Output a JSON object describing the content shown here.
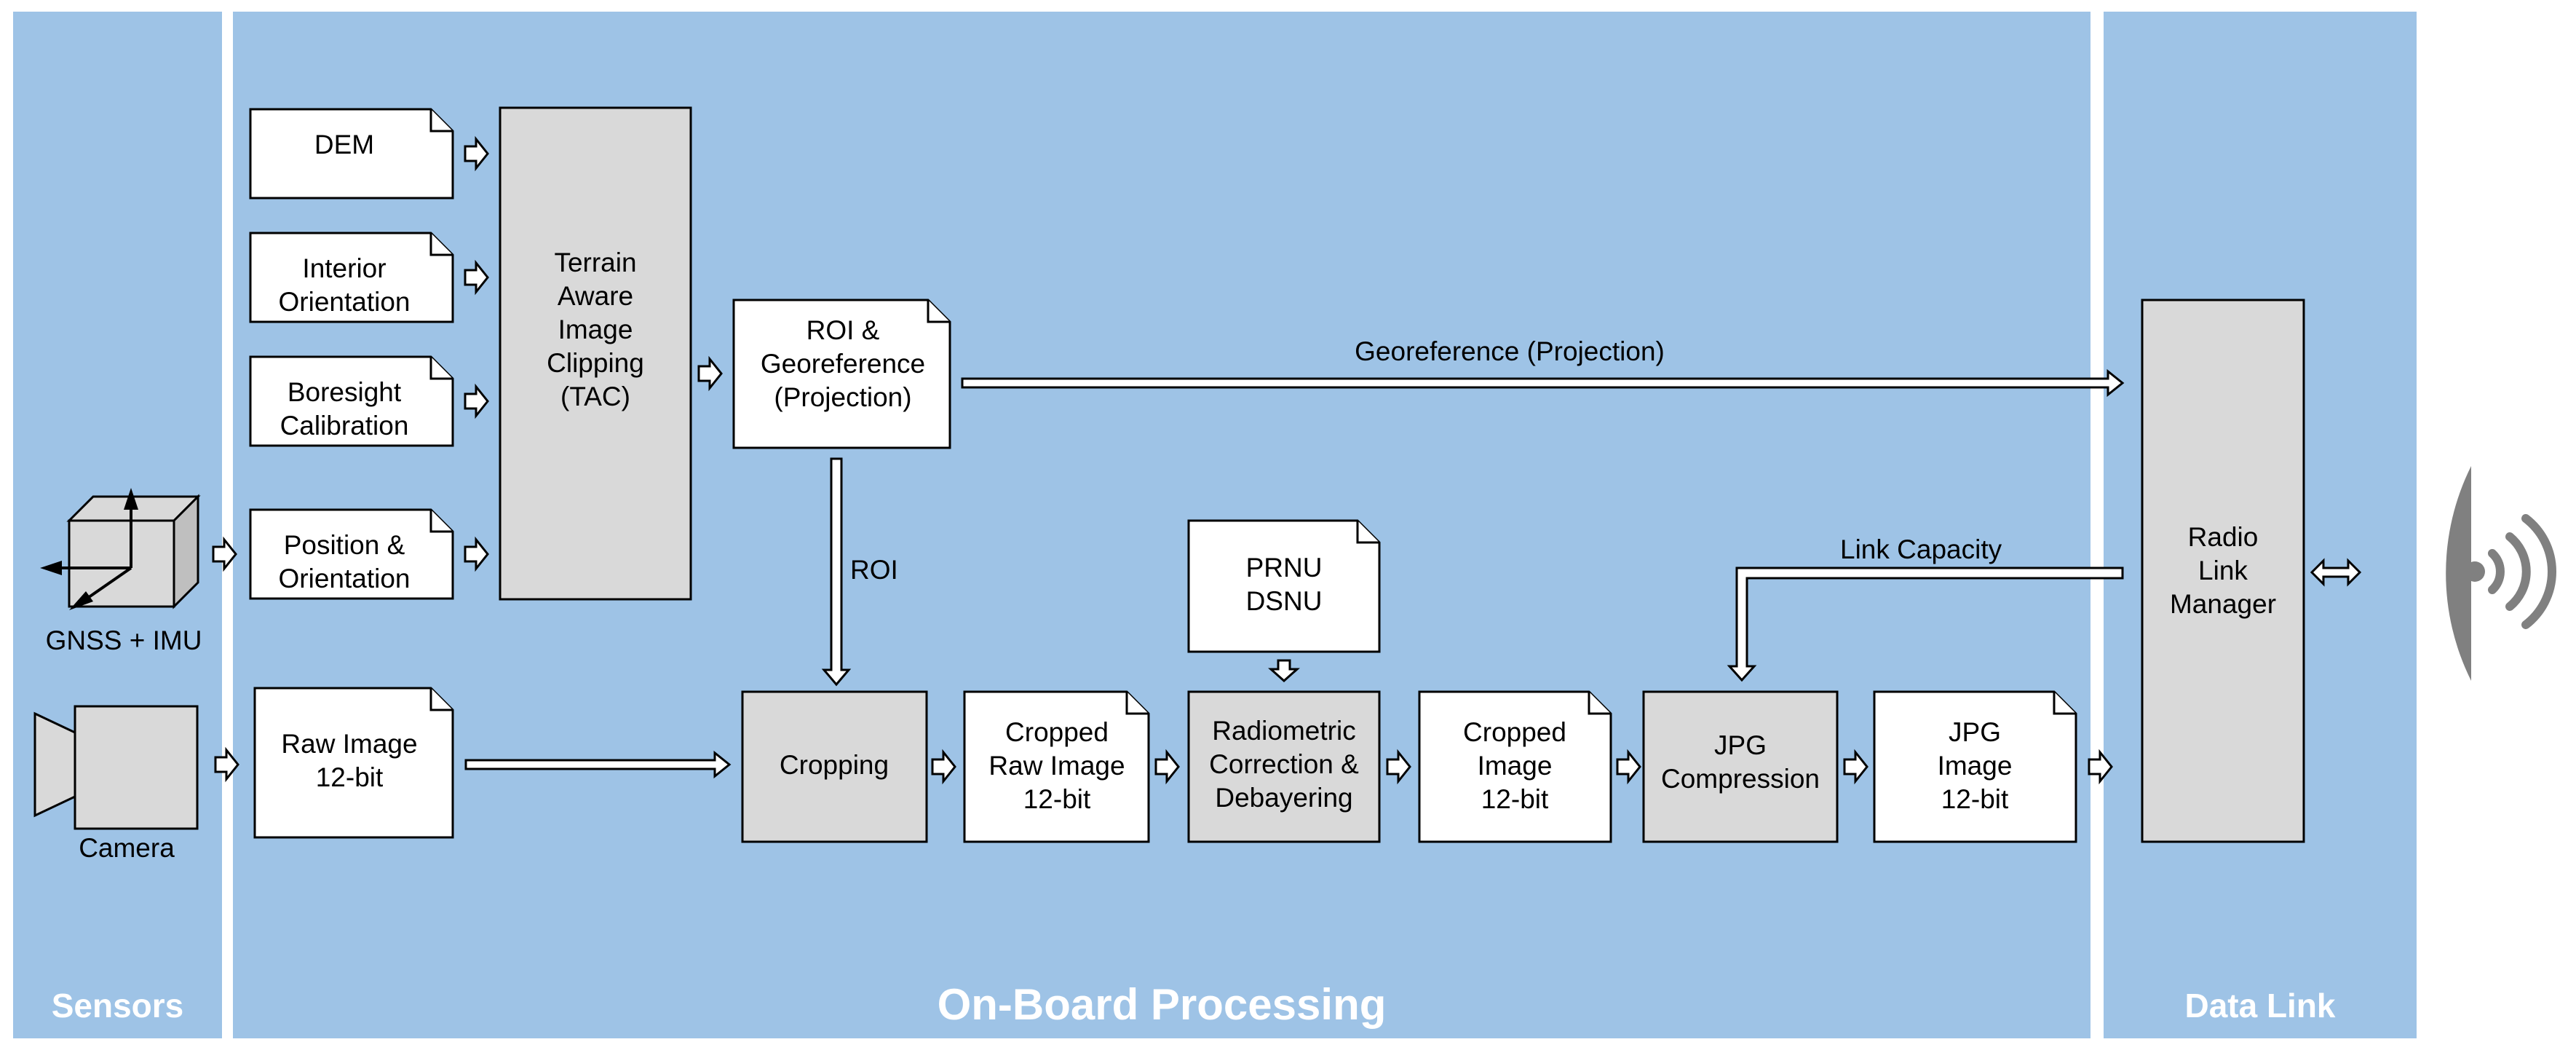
{
  "panels": {
    "sensors": "Sensors",
    "processing": "On-Board Processing",
    "datalink": "Data Link"
  },
  "nodes": {
    "dem": [
      "DEM"
    ],
    "interior": [
      "Interior",
      "Orientation"
    ],
    "boresight": [
      "Boresight",
      "Calibration"
    ],
    "position": [
      "Position &",
      "Orientation"
    ],
    "tac": [
      "Terrain",
      "Aware",
      "Image",
      "Clipping",
      "(TAC)"
    ],
    "roi_geo": [
      "ROI &",
      "Georeference",
      "(Projection)"
    ],
    "raw": [
      "Raw Image",
      "12-bit"
    ],
    "cropping": [
      "Cropping"
    ],
    "cropped_raw": [
      "Cropped",
      "Raw Image",
      "12-bit"
    ],
    "prnu": [
      "PRNU",
      "DSNU"
    ],
    "radiometric": [
      "Radiometric",
      "Correction &",
      "Debayering"
    ],
    "cropped_img": [
      "Cropped",
      "Image",
      "12-bit"
    ],
    "jpg_comp": [
      "JPG",
      "Compression"
    ],
    "jpg_img": [
      "JPG",
      "Image",
      "12-bit"
    ],
    "radio": [
      "Radio",
      "Link",
      "Manager"
    ]
  },
  "edges": {
    "georef": "Georeference (Projection)",
    "roi": "ROI",
    "link_capacity": "Link Capacity"
  },
  "sensors": {
    "gnss": "GNSS + IMU",
    "camera": "Camera"
  },
  "colors": {
    "panel": "#9ec3e6",
    "process_box": "#d9d9d9",
    "doc_box": "#ffffff",
    "antenna": "#808080"
  },
  "icons": [
    "gnss-imu-cube-icon",
    "camera-icon",
    "satellite-antenna-icon"
  ]
}
